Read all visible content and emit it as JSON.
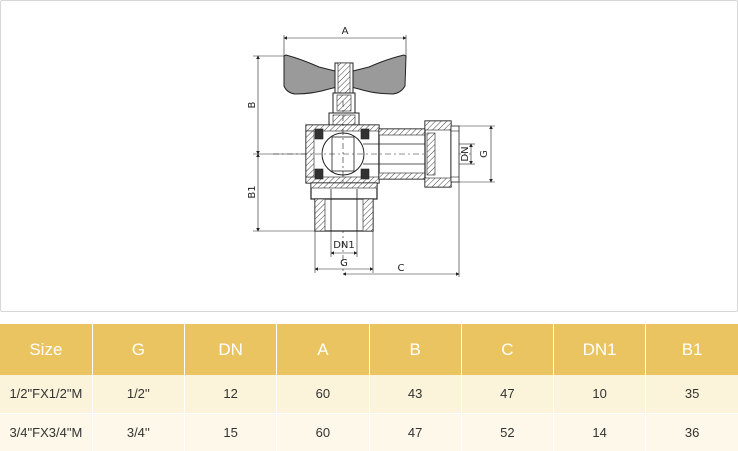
{
  "drawing": {
    "labels": {
      "A": "A",
      "B": "B",
      "B1": "B1",
      "C": "C",
      "G_right": "G",
      "DN": "DN",
      "DN1": "DN1",
      "G_bottom": "G"
    }
  },
  "table": {
    "headers": [
      "Size",
      "G",
      "DN",
      "A",
      "B",
      "C",
      "DN1",
      "B1"
    ],
    "rows": [
      [
        "1/2\"FX1/2\"M",
        "1/2''",
        "12",
        "60",
        "43",
        "47",
        "10",
        "35"
      ],
      [
        "3/4\"FX3/4\"M",
        "3/4''",
        "15",
        "60",
        "47",
        "52",
        "14",
        "36"
      ]
    ]
  },
  "colors": {
    "header_bg": "#e9c461",
    "row_bg": "#fbf3da",
    "line": "#222222",
    "handle_fill": "#9a9a9a"
  }
}
